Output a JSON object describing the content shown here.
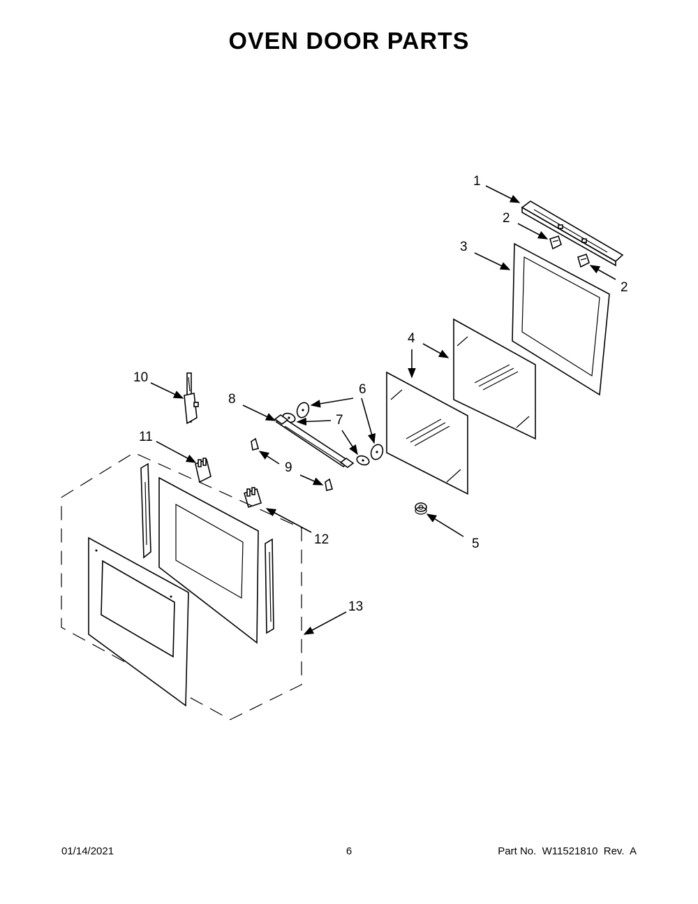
{
  "title": "OVEN DOOR PARTS",
  "callouts": {
    "c1": "1",
    "c2a": "2",
    "c2b": "2",
    "c3": "3",
    "c4": "4",
    "c5": "5",
    "c6": "6",
    "c7": "7",
    "c8": "8",
    "c9": "9",
    "c10": "10",
    "c11": "11",
    "c12": "12",
    "c13": "13"
  },
  "footer": {
    "date": "01/14/2021",
    "page": "6",
    "part": "Part No.  W11521810  Rev.  A"
  }
}
